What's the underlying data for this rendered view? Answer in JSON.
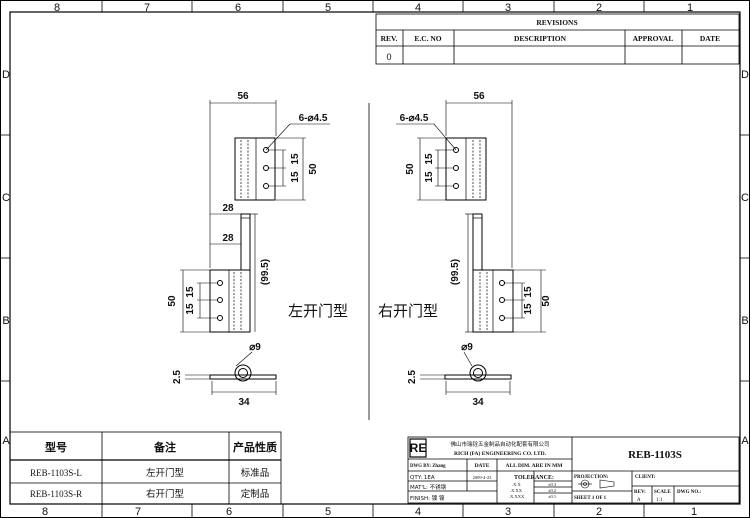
{
  "frame": {
    "top_cols": [
      "8",
      "7",
      "6",
      "5",
      "4",
      "3",
      "2",
      "1"
    ],
    "bottom_cols": [
      "8",
      "7",
      "6",
      "5",
      "4",
      "3",
      "2",
      "1"
    ],
    "left_rows": [
      "D",
      "C",
      "B",
      "A"
    ],
    "right_rows": [
      "D",
      "C",
      "B",
      "A"
    ]
  },
  "revisions": {
    "title": "REVISIONS",
    "headers": [
      "REV.",
      "E.C. NO",
      "DESCRIPTION",
      "APPROVAL",
      "DATE"
    ],
    "row": [
      "0",
      "",
      "",
      "",
      ""
    ]
  },
  "left_view": {
    "label": "左开门型",
    "dim_width": "56",
    "dim_holes": "6-⌀4.5",
    "dim_height": "50",
    "dim_pitch_a": "15",
    "dim_pitch_b": "15",
    "dim_pin_a": "28",
    "dim_pin_b": "28",
    "dim_total": "(99.5)",
    "dim_lower_height": "50",
    "dim_lower_pitch_a": "15",
    "dim_lower_pitch_b": "15",
    "dim_dia": "⌀9",
    "dim_thk": "2.5",
    "dim_base": "34"
  },
  "right_view": {
    "label": "右开门型",
    "dim_width": "56",
    "dim_holes": "6-⌀4.5",
    "dim_height": "50",
    "dim_pitch_a": "15",
    "dim_pitch_b": "15",
    "dim_total": "(99.5)",
    "dim_lower_height": "50",
    "dim_lower_pitch_a": "15",
    "dim_lower_pitch_b": "15",
    "dim_dia": "⌀9",
    "dim_thk": "2.5",
    "dim_base": "34"
  },
  "parts_table": {
    "headers": [
      "型号",
      "备注",
      "产品性质"
    ],
    "rows": [
      [
        "REB-1103S-L",
        "左开门型",
        "标准品"
      ],
      [
        "REB-1103S-R",
        "右开门型",
        "定制品"
      ]
    ]
  },
  "title_block": {
    "logo": "RE",
    "company_cn": "佛山市瑞铨五金制品自动化配套有限公司",
    "company_en": "RICH (FA) ENGINEERING CO. LTD.",
    "dwg_by": "DWG BY:  Zhang",
    "date_label": "DATE",
    "all_dim": "ALL DIM. ARE IN MM",
    "qty": "QTY:  1EA",
    "date_value": "2009-4-23",
    "tolerance": "TOLERANCE:",
    "tol_x": ".X.X",
    "tol_x_val": "±0.3",
    "tol_xx": ".X.XX",
    "tol_xx_val": "±0.2",
    "tol_xxx": ".X.XXX",
    "tol_xxx_val": "±0.1",
    "matl": "MAT'L:  不锈钢",
    "finish": "FINISH:  镀 镍",
    "part_no": "REB-1103S",
    "projection": "PROJECTION:",
    "client": "CLIENT:",
    "sheet": "SHEET  1  OF  1",
    "rev_label": "REV:",
    "rev_val": "A",
    "scale_label": "SCALE",
    "scale_val": "1:1",
    "dwg_no": "DWG NO.:"
  }
}
